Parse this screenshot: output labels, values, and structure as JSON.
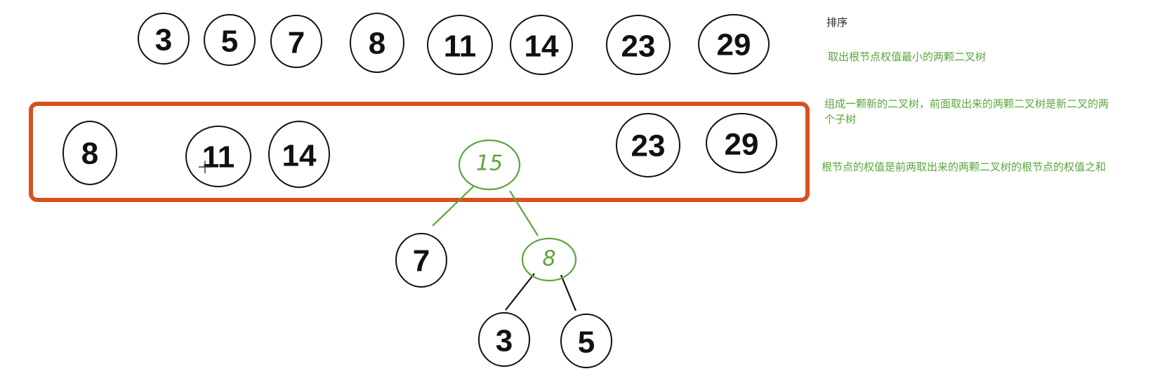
{
  "colors": {
    "highlight_box": "#d9501e",
    "annotation_green": "#5aa63c",
    "node_stroke": "#111111"
  },
  "sorted_row": [
    "3",
    "5",
    "7",
    "8",
    "11",
    "14",
    "23",
    "29"
  ],
  "boxed_row": [
    "8",
    "11",
    "14",
    "23",
    "29"
  ],
  "new_tree": {
    "root": "15",
    "left_child": "7",
    "right_child": "8",
    "right_left_child": "3",
    "right_right_child": "5"
  },
  "notes": {
    "sort": "排序",
    "step1": "取出根节点权值最小的两颗二叉树",
    "step2": "组成一颗新的二叉树，前面取出来的两颗二叉树是新二叉的两个子树",
    "step3": "根节点的权值是前两取出来的两颗二叉树的根节点的权值之和"
  }
}
